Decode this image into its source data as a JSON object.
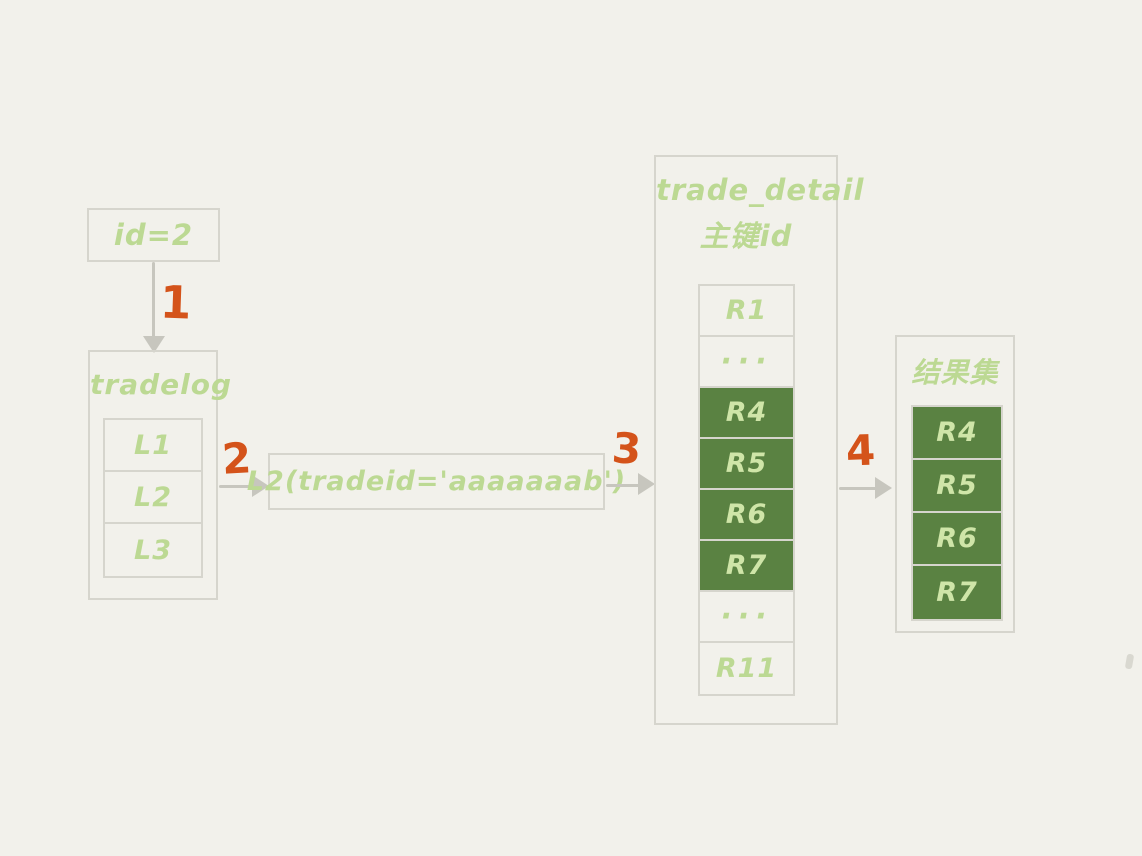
{
  "colors": {
    "background": "#f2f1eb",
    "border": "#d6d5cd",
    "arrow": "#c7c6be",
    "accent_orange": "#d4531a",
    "green": "#bcd993",
    "green_dark": "#5a8242",
    "green_on_dark": "#cfe5a8"
  },
  "steps": {
    "step1": "1",
    "step2": "2",
    "step3": "3",
    "step4": "4"
  },
  "nodes": {
    "id_box": {
      "label": "id=2"
    },
    "tradelog": {
      "title": "tradelog",
      "rows": [
        {
          "label": "L1"
        },
        {
          "label": "L2"
        },
        {
          "label": "L3"
        }
      ]
    },
    "lookup": {
      "label": "L2(tradeid='aaaaaaab')"
    },
    "trade_detail": {
      "title": "trade_detail",
      "subtitle": "主键id",
      "rows": [
        {
          "label": "R1",
          "highlight": false
        },
        {
          "label": "···",
          "highlight": false
        },
        {
          "label": "R4",
          "highlight": true
        },
        {
          "label": "R5",
          "highlight": true
        },
        {
          "label": "R6",
          "highlight": true
        },
        {
          "label": "R7",
          "highlight": true
        },
        {
          "label": "···",
          "highlight": false
        },
        {
          "label": "R11",
          "highlight": false
        }
      ]
    },
    "result_set": {
      "title": "结果集",
      "rows": [
        {
          "label": "R4"
        },
        {
          "label": "R5"
        },
        {
          "label": "R6"
        },
        {
          "label": "R7"
        }
      ]
    }
  }
}
